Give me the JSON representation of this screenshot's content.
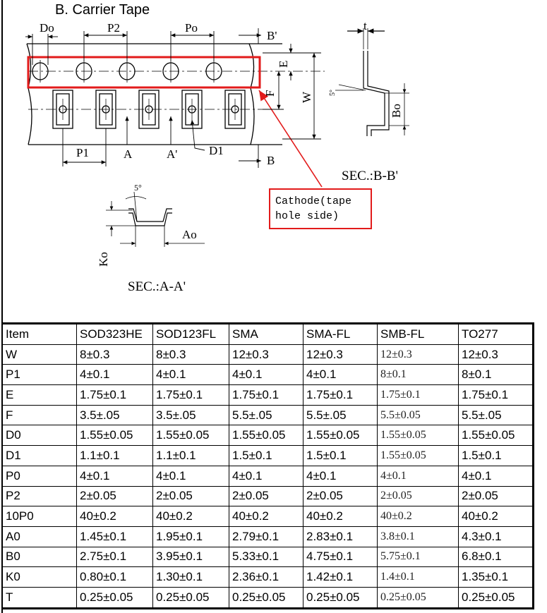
{
  "title": "B. Carrier Tape",
  "diagram": {
    "labels": {
      "do": "Do",
      "p2": "P2",
      "po": "Po",
      "b_prime": "B'",
      "t": "t",
      "e": "E",
      "f": "F",
      "w": "W",
      "p1": "P1",
      "a": "A",
      "a_prime": "A'",
      "d1": "D1",
      "b": "B",
      "bo": "Bo",
      "five_deg_b": "5°",
      "sec_bb": "SEC.:B-B'",
      "five_deg_a": "5°",
      "ao": "Ao",
      "ko": "Ko",
      "sec_aa": "SEC.:A-A'"
    },
    "callout": {
      "line1": "Cathode(tape",
      "line2": "hole side)"
    },
    "colors": {
      "highlight": "#e21b1b",
      "line": "#000000"
    }
  },
  "table": {
    "headers": [
      "Item",
      "SOD323HE",
      "SOD123FL",
      "SMA",
      "SMA-FL",
      "SMB-FL",
      "TO277"
    ],
    "rows": [
      [
        "W",
        "8±0.3",
        "8±0.3",
        "12±0.3",
        "12±0.3",
        "12±0.3",
        "12±0.3"
      ],
      [
        "P1",
        "4±0.1",
        "4±0.1",
        "4±0.1",
        "4±0.1",
        "8±0.1",
        "8±0.1"
      ],
      [
        "E",
        "1.75±0.1",
        "1.75±0.1",
        "1.75±0.1",
        "1.75±0.1",
        "1.75±0.1",
        "1.75±0.1"
      ],
      [
        "F",
        "3.5±.05",
        "3.5±.05",
        "5.5±.05",
        "5.5±.05",
        "5.5±0.05",
        "5.5±.05"
      ],
      [
        "D0",
        "1.55±0.05",
        "1.55±0.05",
        "1.55±0.05",
        "1.55±0.05",
        "1.55±0.05",
        "1.55±0.05"
      ],
      [
        "D1",
        "1.1±0.1",
        "1.1±0.1",
        "1.5±0.1",
        "1.5±0.1",
        "1.55±0.05",
        "1.5±0.1"
      ],
      [
        "P0",
        "4±0.1",
        "4±0.1",
        "4±0.1",
        "4±0.1",
        "4±0.1",
        "4±0.1"
      ],
      [
        "P2",
        "2±0.05",
        "2±0.05",
        "2±0.05",
        "2±0.05",
        "2±0.05",
        "2±0.05"
      ],
      [
        "10P0",
        "40±0.2",
        "40±0.2",
        "40±0.2",
        "40±0.2",
        "40±0.2",
        "40±0.2"
      ],
      [
        "A0",
        "1.45±0.1",
        "1.95±0.1",
        "2.79±0.1",
        "2.83±0.1",
        "3.8±0.1",
        "4.3±0.1"
      ],
      [
        "B0",
        "2.75±0.1",
        "3.95±0.1",
        "5.33±0.1",
        "4.75±0.1",
        "5.75±0.1",
        "6.8±0.1"
      ],
      [
        "K0",
        "0.80±0.1",
        "1.30±0.1",
        "2.36±0.1",
        "1.42±0.1",
        "1.4±0.1",
        "1.35±0.1"
      ],
      [
        "T",
        "0.25±0.05",
        "0.25±0.05",
        "0.25±0.05",
        "0.25±0.05",
        "0.25±0.05",
        "0.25±0.05"
      ]
    ]
  }
}
